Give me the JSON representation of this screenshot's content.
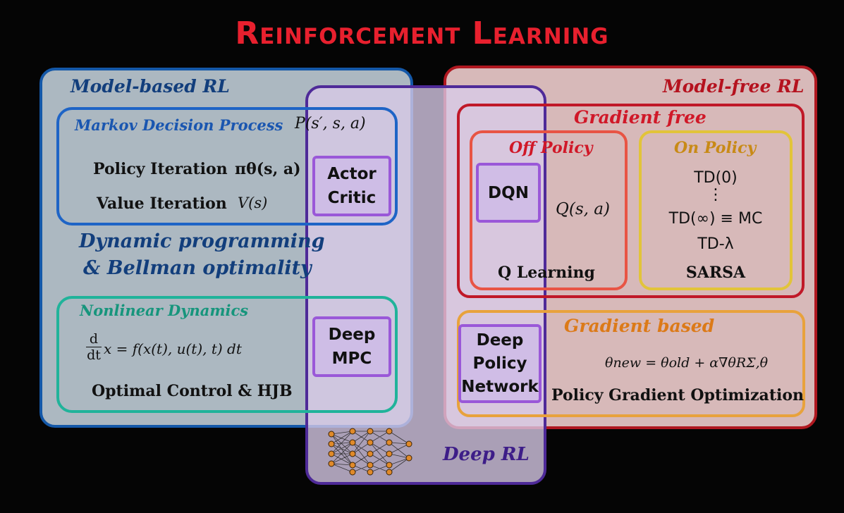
{
  "title": "Reinforcement Learning",
  "model_based": {
    "label": "Model-based RL",
    "mdp": {
      "label": "Markov Decision Process",
      "formula": "P(s′, s, a)"
    },
    "policy_iteration": {
      "label": "Policy Iteration",
      "formula": "πθ(s, a)"
    },
    "value_iteration": {
      "label": "Value Iteration",
      "formula": "V(s)"
    },
    "dp_line1": "Dynamic programming",
    "dp_line2": "& Bellman optimality",
    "nonlinear": {
      "label": "Nonlinear Dynamics",
      "formula": "x = f(x(t), u(t), t) dt",
      "d_num": "d",
      "d_den": "dt"
    },
    "optimal_control": "Optimal Control & HJB"
  },
  "deep_rl": {
    "label": "Deep RL",
    "actor_critic": [
      "Actor",
      "Critic"
    ],
    "deep_mpc": [
      "Deep",
      "MPC"
    ]
  },
  "model_free": {
    "label": "Model-free RL",
    "gradient_free": {
      "label": "Gradient free",
      "off_policy": {
        "label": "Off Policy",
        "dqn": "DQN",
        "formula": "Q(s, a)",
        "method": "Q Learning"
      },
      "on_policy": {
        "label": "On Policy",
        "lines": [
          "TD(0)",
          "⋮",
          "TD(∞) ≡ MC",
          "TD-λ"
        ],
        "method": "SARSA"
      }
    },
    "gradient_based": {
      "label": "Gradient based",
      "deep_policy_network": [
        "Deep",
        "Policy",
        "Network"
      ],
      "formula": "θnew = θold + α∇θRΣ,θ",
      "method": "Policy Gradient Optimization"
    }
  },
  "colors": {
    "title": "#e8202e",
    "model_based": "#1458a8",
    "model_free": "#b01820",
    "deep_rl": "#4e2a98",
    "mdp": "#1e64c6",
    "nonlinear": "#20b39a",
    "gradient_free": "#c01828",
    "off_policy": "#e85444",
    "on_policy": "#e2c43a",
    "gradient_based": "#e8a23c",
    "deep_box": "#9a58d8"
  }
}
